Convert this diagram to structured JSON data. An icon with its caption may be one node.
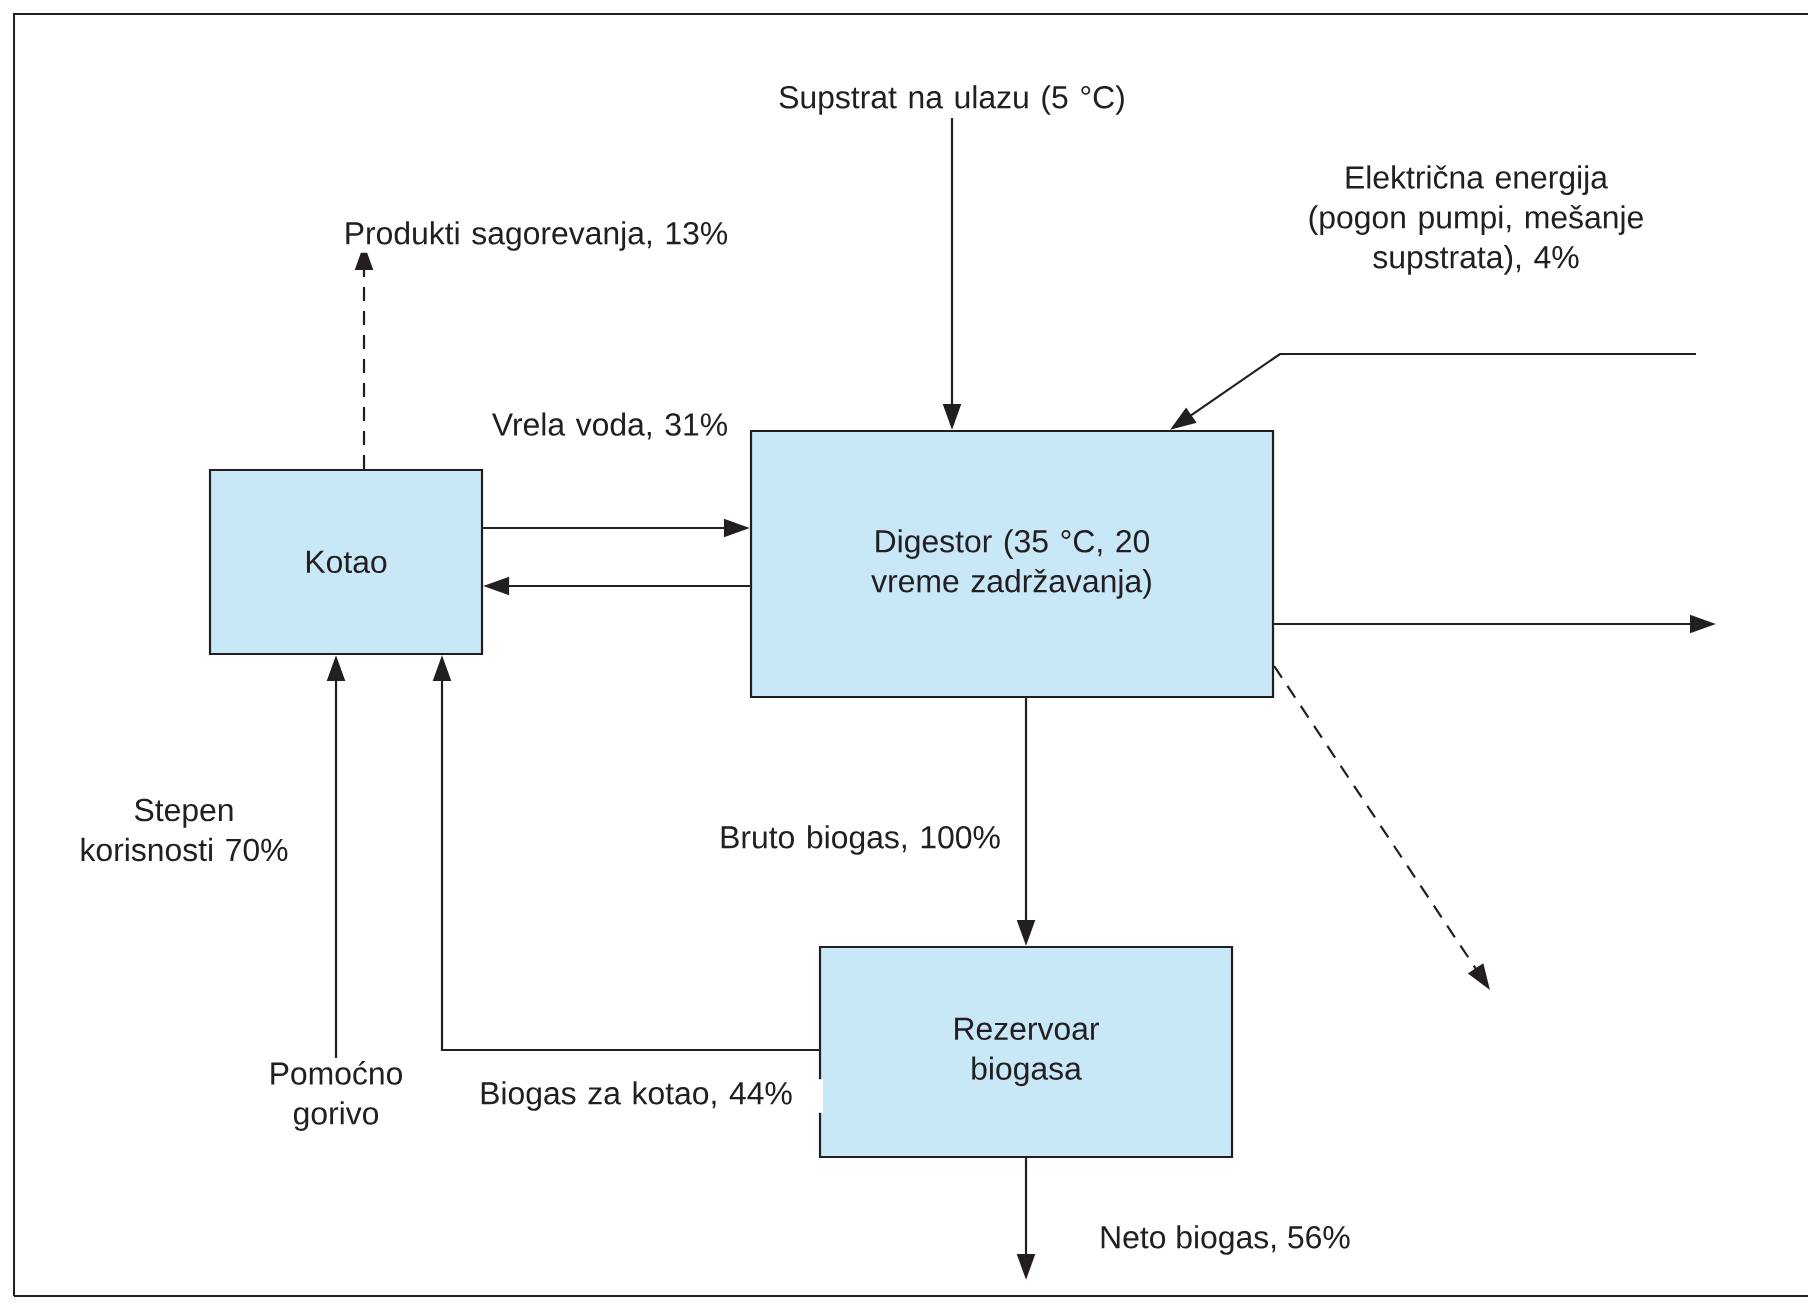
{
  "diagram": {
    "nodes": [
      {
        "text": [
          "Supstrat na ulazu (5 °C)"
        ]
      },
      {
        "text": [
          "Kotao"
        ]
      },
      {
        "text": [
          "Digestor (35 °C, 20 vreme zadržavanja)"
        ]
      },
      {
        "text": [
          "Rezervoar biogasa"
        ]
      },
      {
        "text": [
          "Pomoćno gorivo"
        ]
      }
    ],
    "edges": [
      {
        "from": 0,
        "to": 2,
        "arrow": "to"
      },
      {
        "from": null,
        "to": 2,
        "arrow": "to",
        "label": "Električna energija (pogon pumpi, mešanje supstrata), 4%"
      },
      {
        "from": 1,
        "to": null,
        "arrow": "to",
        "style": "dashed",
        "label": "Produkti sagorevanja, 13%"
      },
      {
        "from": 1,
        "to": 2,
        "arrow": "to",
        "label": "Vrela voda, 31%"
      },
      {
        "from": 2,
        "to": 1,
        "arrow": "to"
      },
      {
        "from": 2,
        "to": null,
        "arrow": "to"
      },
      {
        "from": 2,
        "to": null,
        "arrow": "to",
        "style": "dashed"
      },
      {
        "from": 2,
        "to": 3,
        "arrow": "to",
        "label": "Bruto biogas, 100%"
      },
      {
        "from": 3,
        "to": 1,
        "arrow": "to",
        "label": "Biogas za kotao, 44%"
      },
      {
        "from": 4,
        "to": 1,
        "arrow": "to",
        "label": "Stepen korisnosti 70%"
      },
      {
        "from": 3,
        "to": null,
        "arrow": "to",
        "label": "Neto biogas, 56%"
      }
    ]
  }
}
